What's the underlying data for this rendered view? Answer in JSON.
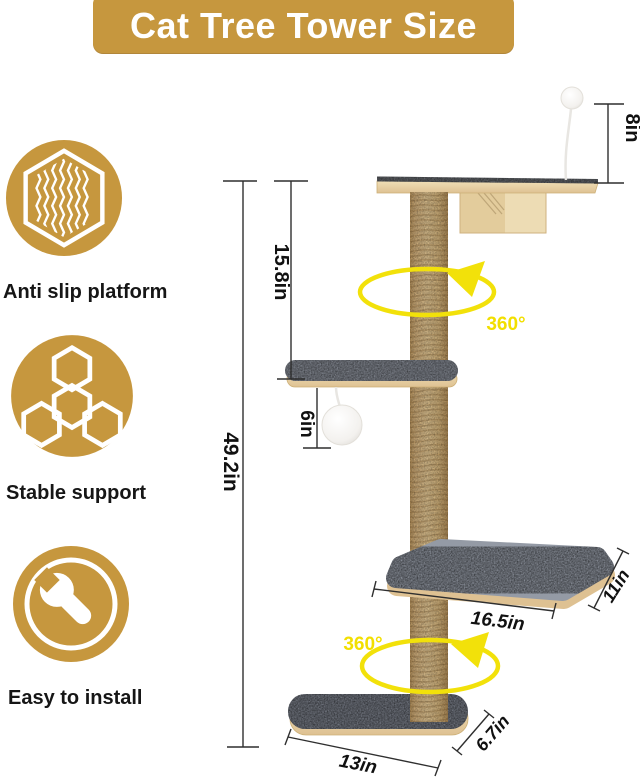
{
  "title": "Cat Tree Tower Size",
  "features": [
    {
      "icon": "anti-slip-hexagon-icon",
      "label": "Anti slip platform"
    },
    {
      "icon": "honeycomb-icon",
      "label": "Stable support"
    },
    {
      "icon": "wrench-icon",
      "label": "Easy to install"
    }
  ],
  "dimensions": {
    "hanging_ball_drop": "8in",
    "top_section_height": "15.8in",
    "total_height": "49.2in",
    "middle_ball_drop": "6in",
    "large_platform_length": "16.5in",
    "large_platform_depth": "11in",
    "base_platform_length": "13in",
    "base_platform_depth": "6.7in"
  },
  "rotations": [
    {
      "label": "360°"
    },
    {
      "label": "360°"
    }
  ],
  "colors": {
    "brand_gold": "#c6973e",
    "highlight_yellow": "#f2df00",
    "carpet_gray": "#8d939e",
    "wood": "#e9d4a6",
    "pole_tan": "#d9b983",
    "text_black": "#111111"
  }
}
